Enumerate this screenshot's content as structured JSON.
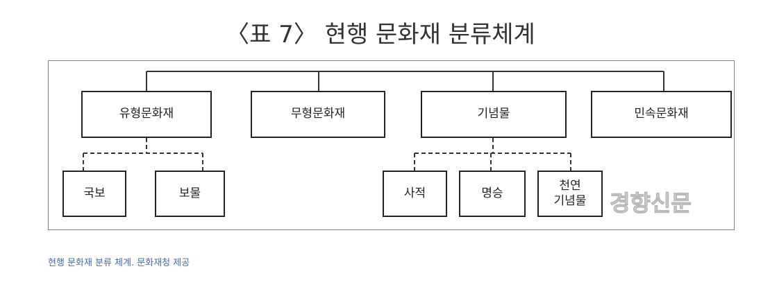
{
  "title": "〈표 7〉 현행 문화재 분류체계",
  "nodes": {
    "tangible": "유형문화재",
    "intangible": "무형문화재",
    "monument": "기념물",
    "folk": "민속문화재",
    "national_treasure": "국보",
    "treasure": "보물",
    "historic_site": "사적",
    "scenic_site": "명승",
    "natural_monument": "천연\n기념물"
  },
  "watermark": "경향신문",
  "caption": "현행 문화재 분류 체계. 문화재청 제공",
  "colors": {
    "frame_border": "#6a7fa6",
    "node_border": "#222222",
    "caption": "#4a6a9c"
  }
}
